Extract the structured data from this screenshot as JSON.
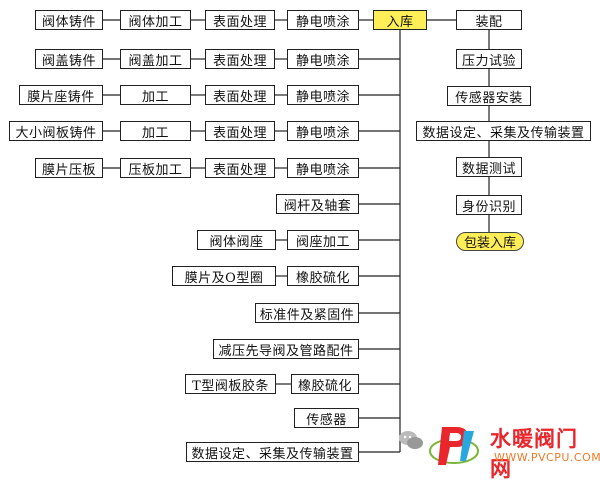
{
  "rows": [
    [
      "阀体铸件",
      "阀体加工",
      "表面处理",
      "静电喷涂"
    ],
    [
      "阀盖铸件",
      "阀盖加工",
      "表面处理",
      "静电喷涂"
    ],
    [
      "膜片座铸件",
      "加工",
      "表面处理",
      "静电喷涂"
    ],
    [
      "大小阀板铸件",
      "加工",
      "表面处理",
      "静电喷涂"
    ],
    [
      "膜片压板",
      "压板加工",
      "表面处理",
      "静电喷涂"
    ]
  ],
  "inbound": "入库",
  "single_items": {
    "stem": "阀杆及轴套",
    "std": "标准件及紧固件",
    "pilot": "减压先导阀及管路配件",
    "sensor": "传感器",
    "data_dev": "数据设定、采集及传输装置"
  },
  "pairs": {
    "seat": [
      "阀体阀座",
      "阀座加工"
    ],
    "membrane": [
      "膜片及O型圈",
      "橡胶硫化"
    ],
    "tplate": [
      "T型阀板胶条",
      "橡胶硫化"
    ]
  },
  "assembly_steps": [
    "装配",
    "压力试验",
    "传感器安装",
    "数据设定、采集及传输装置",
    "数据测试",
    "身份识别"
  ],
  "final_step": "包装入库",
  "colors": {
    "highlight": "#ffee55",
    "line": "#222222",
    "watermark_red": "#e8262b",
    "watermark_orange": "#ee7a28"
  },
  "watermark": {
    "title": "水暖阀门网",
    "url": "WWW.PVCPU.COM"
  }
}
